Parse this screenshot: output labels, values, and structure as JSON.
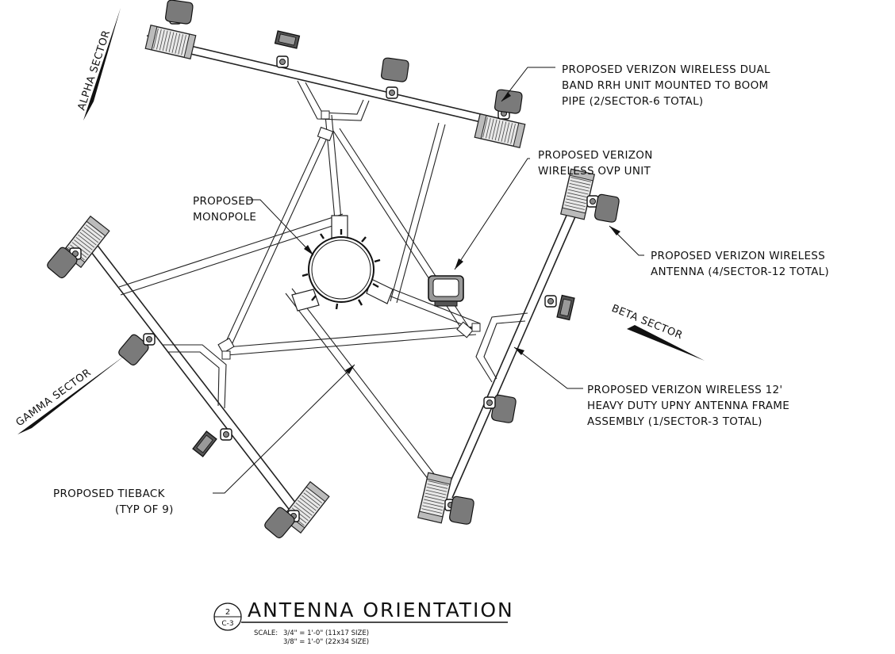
{
  "labels": {
    "rrh": [
      "PROPOSED VERIZON WIRELESS DUAL",
      "BAND RRH UNIT MOUNTED TO BOOM",
      "PIPE (2/SECTOR-6 TOTAL)"
    ],
    "ovp": [
      "PROPOSED VERIZON",
      "WIRELESS OVP UNIT"
    ],
    "monopole": [
      "PROPOSED",
      "MONOPOLE"
    ],
    "antenna": [
      "PROPOSED VERIZON WIRELESS",
      "ANTENNA (4/SECTOR-12 TOTAL)"
    ],
    "frame": [
      "PROPOSED VERIZON WIRELESS 12'",
      "HEAVY DUTY UPNY ANTENNA FRAME",
      "ASSEMBLY (1/SECTOR-3 TOTAL)"
    ],
    "tieback": [
      "PROPOSED TIEBACK",
      "(TYP OF 9)"
    ]
  },
  "sectors": {
    "alpha": "ALPHA SECTOR",
    "beta": "BETA SECTOR",
    "gamma": "GAMMA SECTOR"
  },
  "title_block": {
    "detail_number": "2",
    "sheet": "C-3",
    "title": "ANTENNA ORIENTATION",
    "scale_label": "SCALE:",
    "scale_1": "3/4\" = 1'-0\" (11x17 SIZE)",
    "scale_2": "3/8\" = 1'-0\" (22x34 SIZE)"
  }
}
